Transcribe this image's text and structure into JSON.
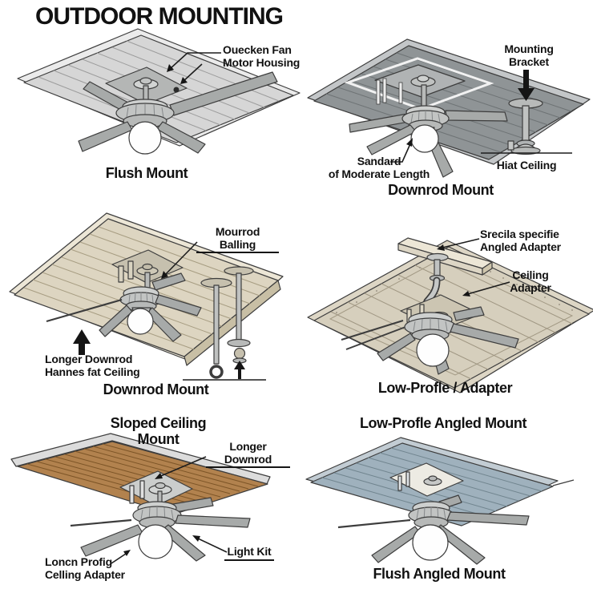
{
  "title": "OUTDOOR MOUNTING",
  "colors": {
    "ceiling_light_gray": "#d6d6d6",
    "ceiling_dark_gray": "#8f9496",
    "ceiling_beige": "#ddd5c1",
    "ceiling_tan": "#d6cfbd",
    "ceiling_brown": "#b2824e",
    "ceiling_blue_gray": "#9fb1bd",
    "blade_gray": "#a7aaa9",
    "outline": "#3d3d3d",
    "text": "#111111"
  },
  "panels": {
    "flush_mount": {
      "caption": "Flush Mount",
      "labels": {
        "motor_housing": "Ouecken Fan\nMotor Housing"
      }
    },
    "downrod_mount_top": {
      "caption": "Downrod Mount",
      "labels": {
        "mounting_bracket": "Mounting\nBracket",
        "downrod_length": "Sandard\nof Moderate Length",
        "hiat_ceiling": "Hiat Ceiling"
      }
    },
    "downrod_mount_mid": {
      "caption": "Downrod Mount",
      "labels": {
        "mounting_ball": "Mourrod Balling",
        "longer_downrod": "Longer Downrod\nHannes fat Ceiling"
      }
    },
    "low_profile_adapter": {
      "caption": "Low-Profle / Adapter",
      "labels": {
        "angled_adapter": "Srecila specifie\nAngled Adapter",
        "ceiling_adapter": "Ceiling\nAdapter"
      }
    },
    "sloped_ceiling_mount": {
      "heading": "Sloped Ceiling Mount",
      "labels": {
        "longer_downrod": "Longer Downrod",
        "low_profile_adapter": "Loncn Profig\nCelling Adapter",
        "light_kit": "Light Kit"
      }
    },
    "flush_angled_mount": {
      "heading": "Low-Profle Angled Mount",
      "caption": "Flush Angled Mount"
    }
  }
}
